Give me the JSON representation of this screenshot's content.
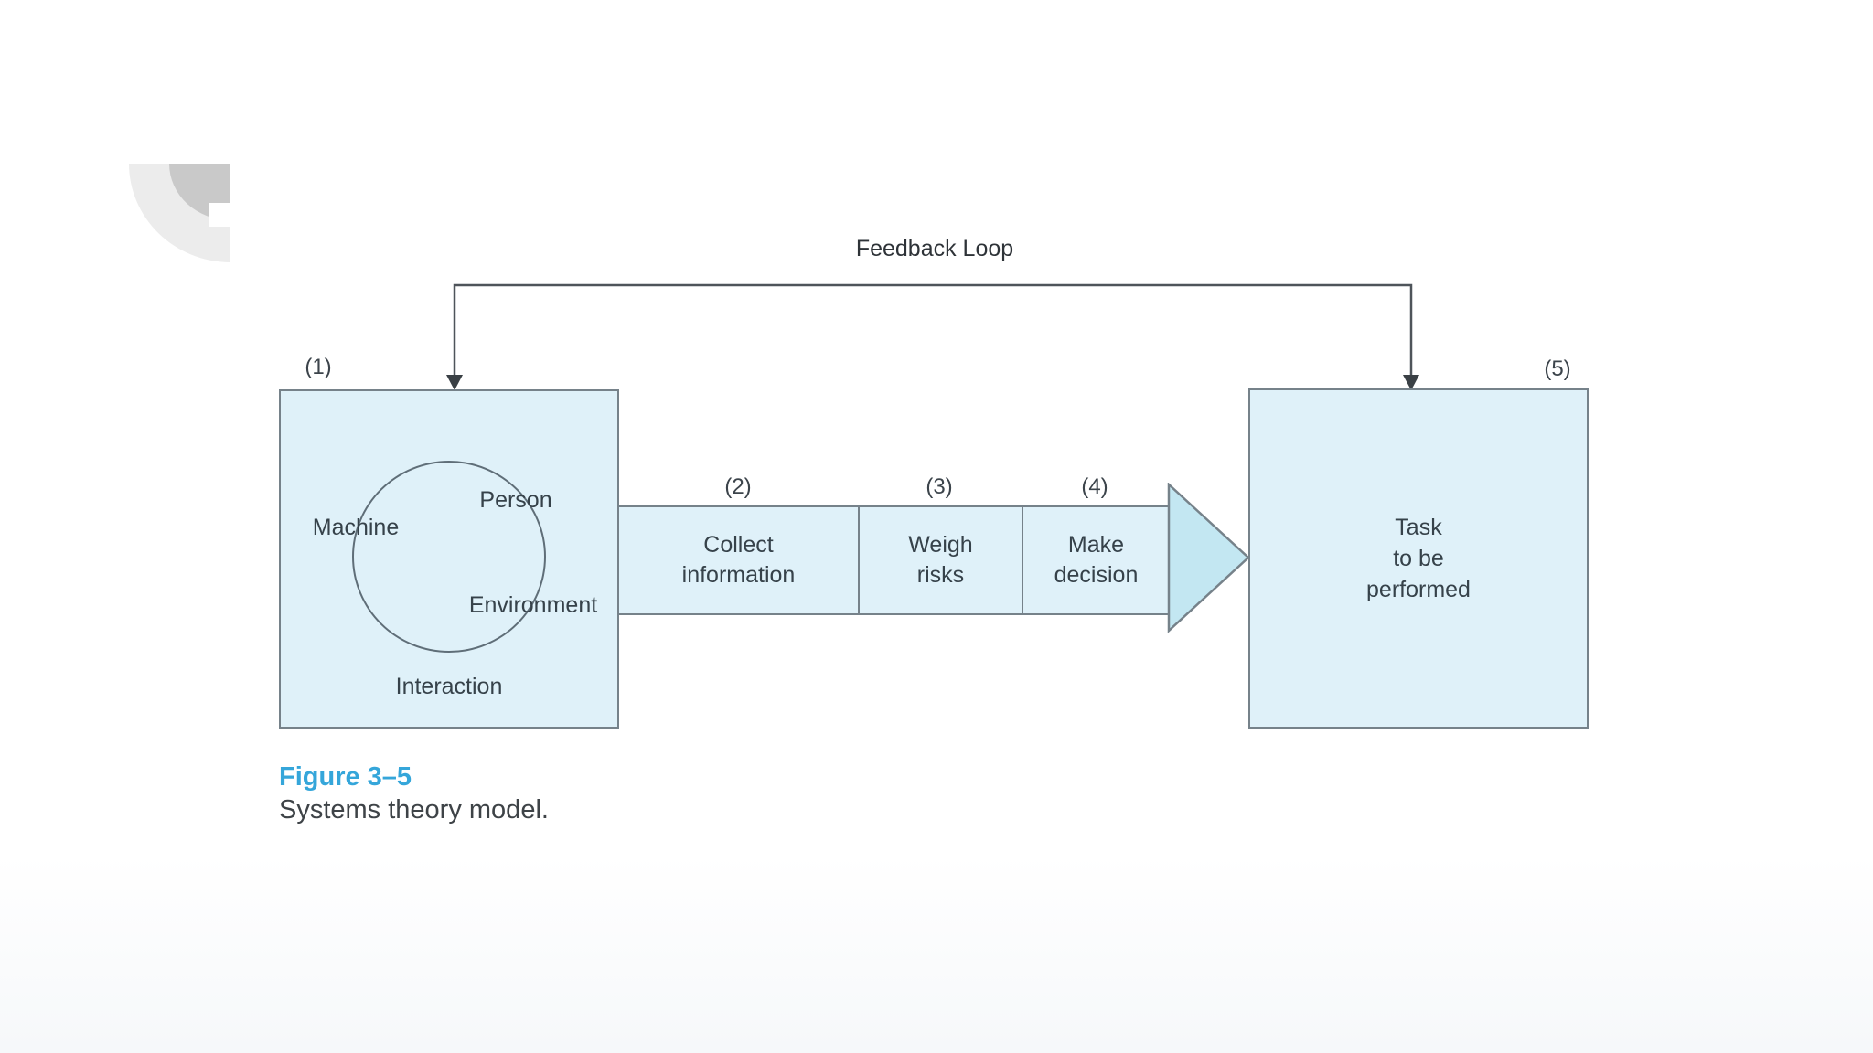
{
  "figure": {
    "feedback_label": "Feedback Loop",
    "system_box": {
      "number_label": "(1)",
      "labels": {
        "person": "Person",
        "machine": "Machine",
        "environment": "Environment",
        "interaction": "Interaction"
      }
    },
    "process_steps": [
      {
        "number_label": "(2)",
        "lines": [
          "Collect",
          "information"
        ]
      },
      {
        "number_label": "(3)",
        "lines": [
          "Weigh",
          "risks"
        ]
      },
      {
        "number_label": "(4)",
        "lines": [
          "Make",
          "decision"
        ]
      }
    ],
    "task_box": {
      "number_label": "(5)",
      "lines": [
        "Task",
        "to be",
        "performed"
      ]
    },
    "caption": {
      "figure_label": "Figure 3–5",
      "title": "Systems theory model."
    },
    "colors": {
      "box_fill": "#dff1f9",
      "arrow_fill": "#c3e7f2",
      "shape_border": "#76828a",
      "feedback_line": "#4e545a",
      "text": "#36424a",
      "caption_accent": "#35a6da"
    }
  }
}
